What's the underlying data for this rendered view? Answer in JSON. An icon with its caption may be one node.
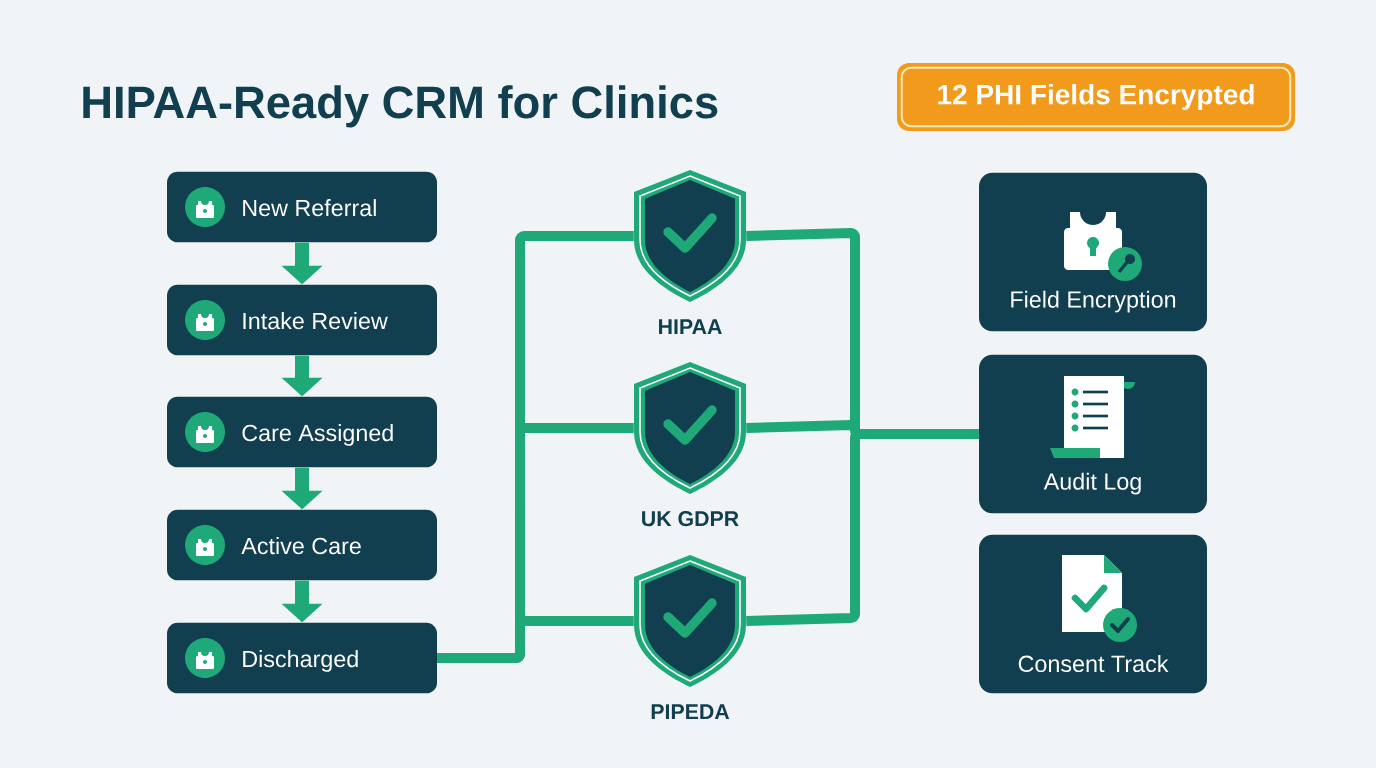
{
  "diagram": {
    "title": "HIPAA-Ready CRM for Clinics",
    "nodes": [
      {
        "text": [
          "12 PHI Fields Encrypted"
        ]
      },
      {
        "text": [
          "New Referral"
        ]
      },
      {
        "text": [
          "Intake Review"
        ]
      },
      {
        "text": [
          "Care Assigned"
        ]
      },
      {
        "text": [
          "Active Care"
        ]
      },
      {
        "text": [
          "Discharged"
        ]
      },
      {
        "text": [
          "HIPAA"
        ]
      },
      {
        "text": [
          "UK GDPR"
        ]
      },
      {
        "text": [
          "PIPEDA"
        ]
      },
      {
        "text": [
          "Field Encryption"
        ]
      },
      {
        "text": [
          "Audit Log"
        ]
      },
      {
        "text": [
          "Consent Track"
        ]
      }
    ],
    "edges": [
      {
        "from": 1,
        "to": 2,
        "arrow": "to"
      },
      {
        "from": 2,
        "to": 3,
        "arrow": "to"
      },
      {
        "from": 3,
        "to": 4,
        "arrow": "to"
      },
      {
        "from": 4,
        "to": 5,
        "arrow": "to"
      },
      {
        "from": 5,
        "to": 6,
        "arrow": "none"
      },
      {
        "from": 5,
        "to": 7,
        "arrow": "none"
      },
      {
        "from": 5,
        "to": 8,
        "arrow": "none"
      },
      {
        "from": 6,
        "to": 10,
        "arrow": "none"
      },
      {
        "from": 7,
        "to": 10,
        "arrow": "none"
      },
      {
        "from": 8,
        "to": 10,
        "arrow": "none"
      }
    ]
  }
}
